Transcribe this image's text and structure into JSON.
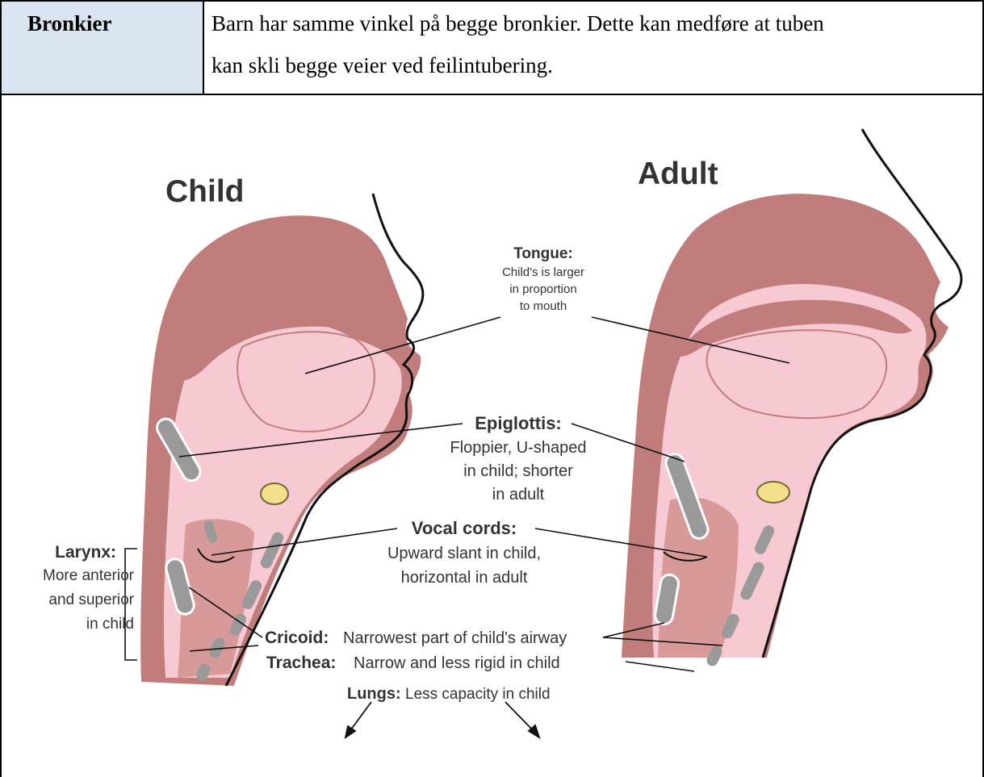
{
  "table": {
    "row_label": "Bronkier",
    "description_line1": "Barn har samme vinkel på begge bronkier. Dette kan medføre at tuben",
    "description_line2": "kan skli begge veier ved feilintubering."
  },
  "figure": {
    "title_child": "Child",
    "title_adult": "Adult",
    "tongue": {
      "title": "Tongue:",
      "line1": "Child's is larger",
      "line2": "in proportion",
      "line3": "to mouth"
    },
    "epiglottis": {
      "title": "Epiglottis:",
      "line1": "Floppier, U-shaped",
      "line2": "in child; shorter",
      "line3": "in adult"
    },
    "vocal_cords": {
      "title": "Vocal cords:",
      "line1": "Upward slant in child,",
      "line2": "horizontal in adult"
    },
    "larynx": {
      "title": "Larynx:",
      "line1": "More anterior",
      "line2": "and superior",
      "line3": "in child"
    },
    "cricoid": {
      "title": "Cricoid:",
      "text": "Narrowest part of child's airway"
    },
    "trachea": {
      "title": "Trachea:",
      "text": "Narrow and less rigid in child"
    },
    "lungs": {
      "title": "Lungs:",
      "text": "Less capacity in child"
    },
    "colors": {
      "tissue_dark": "#c07d7b",
      "tissue_light": "#f7c9d2",
      "cartilage": "#9a9a9a",
      "hyoid": "#f3e08a"
    }
  }
}
